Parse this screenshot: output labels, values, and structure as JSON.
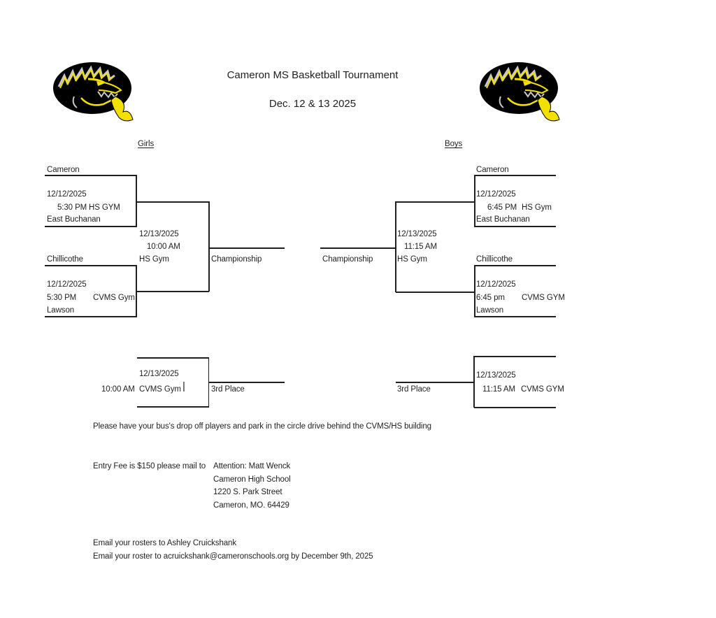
{
  "page": {
    "title": "Cameron MS Basketball Tournament",
    "dates": "Dec. 12 & 13 2025"
  },
  "colors": {
    "logo_bg": "#000000",
    "logo_yellow": "#f2e100",
    "logo_gray": "#c8c8c8",
    "line_color": "#1f1f1f"
  },
  "logo": {
    "name": "cameron-dragon-mascot"
  },
  "girls": {
    "header": "Girls",
    "game1": {
      "top_team": "Cameron",
      "date": "12/12/2025",
      "time": "5:30 PM",
      "venue": "HS GYM",
      "bottom_team": "East Buchanan"
    },
    "game2": {
      "top_team": "Chillicothe",
      "date": "12/12/2025",
      "time": "5:30 PM",
      "venue": "CVMS Gym",
      "bottom_team": "Lawson"
    },
    "final": {
      "date": "12/13/2025",
      "time": "10:00 AM",
      "venue": "HS Gym",
      "label": "Championship"
    },
    "third": {
      "date": "12/13/2025",
      "time": "10:00 AM",
      "venue": "CVMS Gym",
      "cursor": "|",
      "label": "3rd Place"
    }
  },
  "boys": {
    "header": "Boys",
    "game1": {
      "top_team": "Cameron",
      "date": "12/12/2025",
      "time": "6:45 PM",
      "venue": "HS Gym",
      "bottom_team": "East Buchanan"
    },
    "game2": {
      "top_team": "Chillicothe",
      "date": "12/12/2025",
      "time": "6:45 pm",
      "venue": "CVMS GYM",
      "bottom_team": "Lawson"
    },
    "final": {
      "date": "12/13/2025",
      "time": "11:15 AM",
      "venue": "HS Gym",
      "label": "Championship"
    },
    "third": {
      "date": "12/13/2025",
      "time": "11:15 AM",
      "venue": "CVMS GYM",
      "label": "3rd Place"
    }
  },
  "notes": {
    "bus": "Please have your bus's drop off players and park in the circle drive behind the CVMS/HS building",
    "entry_fee": "Entry Fee is $150 please mail to",
    "address": [
      "Attention: Matt Wenck",
      "Cameron High School",
      "1220 S. Park Street",
      "Cameron, MO. 64429"
    ],
    "email1": "Email your rosters to Ashley Cruickshank",
    "email2": "Email your roster to acruickshank@cameronschools.org by December 9th, 2025"
  }
}
